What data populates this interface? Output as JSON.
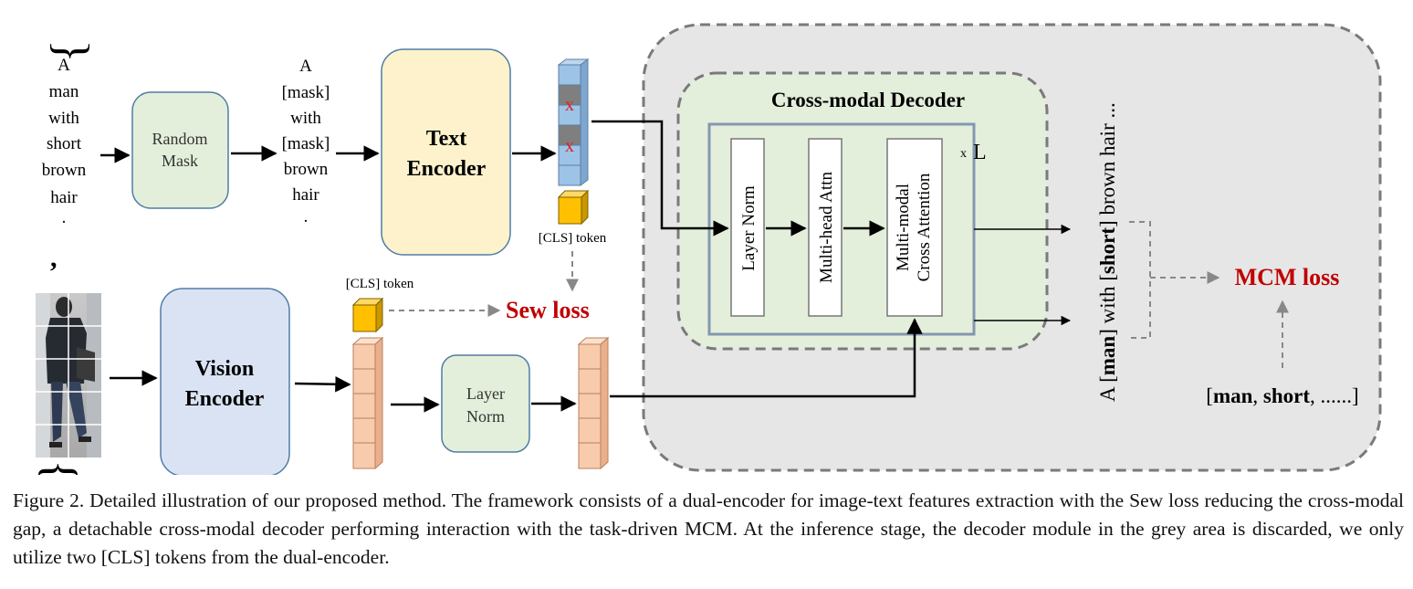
{
  "input_words": [
    "A",
    "man",
    "with",
    "short",
    "brown",
    "hair",
    "."
  ],
  "masked_words": [
    "A",
    "[mask]",
    "with",
    "[mask]",
    "brown",
    "hair",
    "."
  ],
  "random_mask": [
    "Random",
    "Mask"
  ],
  "text_encoder": [
    "Text",
    "Encoder"
  ],
  "vision_encoder": [
    "Vision",
    "Encoder"
  ],
  "layer_norm_small": [
    "Layer",
    "Norm"
  ],
  "cls_token": "[CLS] token",
  "mask_mark": "x",
  "sew_loss": "Sew loss",
  "decoder": {
    "title": "Cross-modal Decoder",
    "layer_norm": "Layer Norm",
    "mha": "Multi-head Attn",
    "cross_attn": [
      "Multi-modal",
      "Cross Attention"
    ],
    "repeat_x": "x",
    "repeat_L": "L"
  },
  "vertical_sentence": {
    "p1": "A [",
    "b1": "man",
    "p2": "] with [",
    "b2": "short",
    "p3": "] brown hair ..."
  },
  "mcm_loss": "MCM loss",
  "answer": {
    "open": "[",
    "b1": "man",
    "sep": ", ",
    "b2": "short",
    "tail": ", ......]"
  },
  "caption": "Figure 2. Detailed illustration of our proposed method. The framework consists of a dual-encoder for image-text features extraction with the Sew loss reducing the cross-modal gap, a detachable cross-modal decoder performing interaction with the task-driven MCM. At the inference stage, the decoder module in the grey area is discarded, we only utilize two [CLS] tokens from the dual-encoder.",
  "colors": {
    "grey_area": "#e6e6e6",
    "green_box": "#e3efdb",
    "text_encoder_fill": "#fdf2cc",
    "vision_encoder_fill": "#dae3f3",
    "token_blue": "#9dc3e6",
    "token_orange": "#f8cbad",
    "cls_yellow": "#ffc000",
    "loss_red": "#c00000"
  }
}
